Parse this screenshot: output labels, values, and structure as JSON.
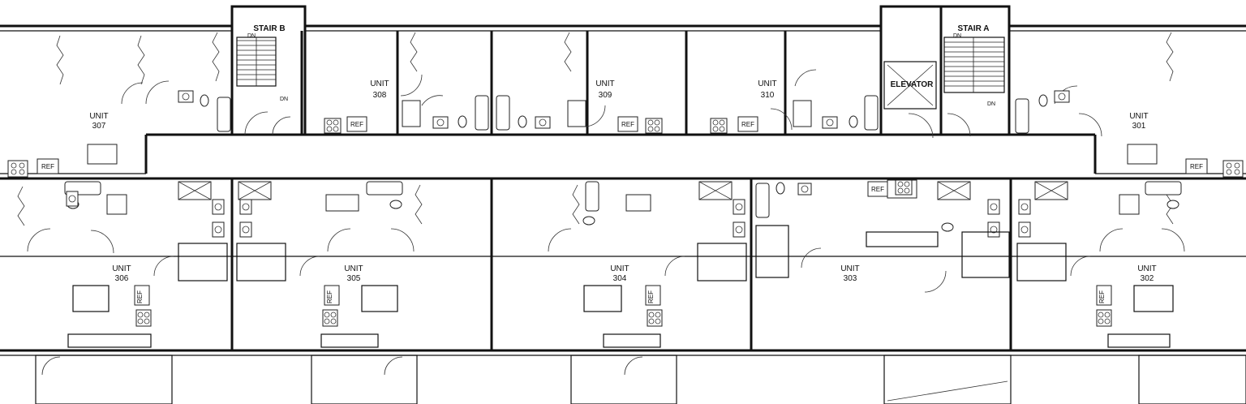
{
  "units": [
    {
      "key": "u307",
      "word": "UNIT",
      "number": "307"
    },
    {
      "key": "u308",
      "word": "UNIT",
      "number": "308"
    },
    {
      "key": "u309",
      "word": "UNIT",
      "number": "309"
    },
    {
      "key": "u310",
      "word": "UNIT",
      "number": "310"
    },
    {
      "key": "u301",
      "word": "UNIT",
      "number": "301"
    },
    {
      "key": "u306",
      "word": "UNIT",
      "number": "306"
    },
    {
      "key": "u305",
      "word": "UNIT",
      "number": "305"
    },
    {
      "key": "u304",
      "word": "UNIT",
      "number": "304"
    },
    {
      "key": "u303",
      "word": "UNIT",
      "number": "303"
    },
    {
      "key": "u302",
      "word": "UNIT",
      "number": "302"
    }
  ],
  "stairs": {
    "b": {
      "title": "STAIR B",
      "dn_top": "DN",
      "dn_bottom": "DN"
    },
    "a": {
      "title": "STAIR A",
      "dn_top": "DN",
      "dn_bottom": "DN"
    }
  },
  "elevator": {
    "label": "ELEVATOR"
  },
  "fridge_label": "REF"
}
